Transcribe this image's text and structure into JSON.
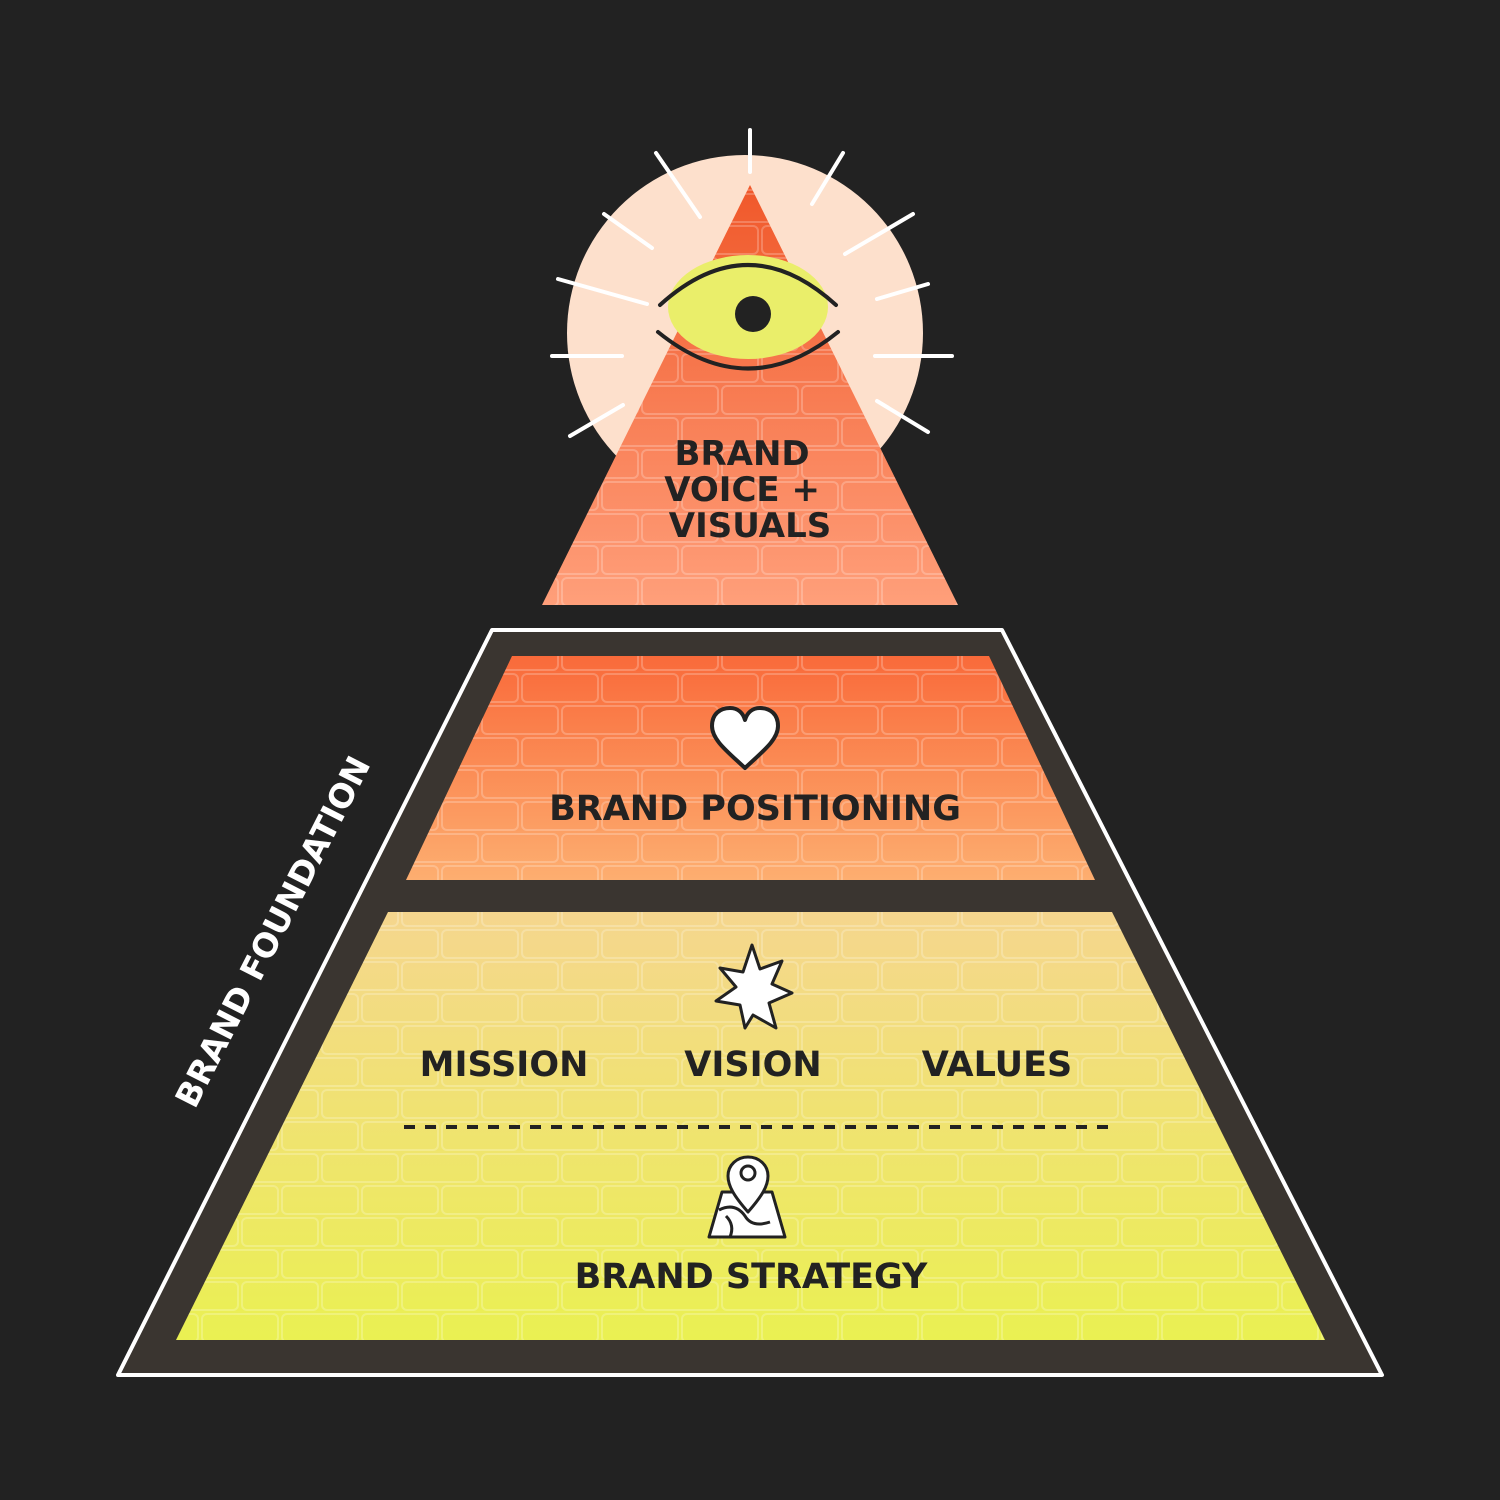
{
  "background_color": "#222222",
  "top_tier": {
    "label_lines": [
      "BRAND",
      "VOICE +",
      "VISUALS"
    ],
    "icon": "all-seeing-eye-icon",
    "colors": {
      "top": "#f0582a",
      "bottom": "#ff9f7a",
      "halo": "#fde0cc",
      "eye": "#eaee6a"
    }
  },
  "foundation": {
    "label": "BRAND FOUNDATION",
    "frame_color": "#3a3530",
    "outline_color": "#ffffff"
  },
  "middle_tier": {
    "label": "BRAND POSITIONING",
    "icon": "heart-icon",
    "colors": {
      "top": "#f96a3a",
      "bottom": "#fdae70"
    }
  },
  "bottom_tier": {
    "items": [
      "MISSION",
      "VISION",
      "VALUES"
    ],
    "icon_top": "compass-star-icon",
    "icon_bottom": "map-pin-icon",
    "label": "BRAND STRATEGY",
    "colors": {
      "top": "#f5d68e",
      "bottom": "#eaf052"
    }
  },
  "text_color": "#222222"
}
